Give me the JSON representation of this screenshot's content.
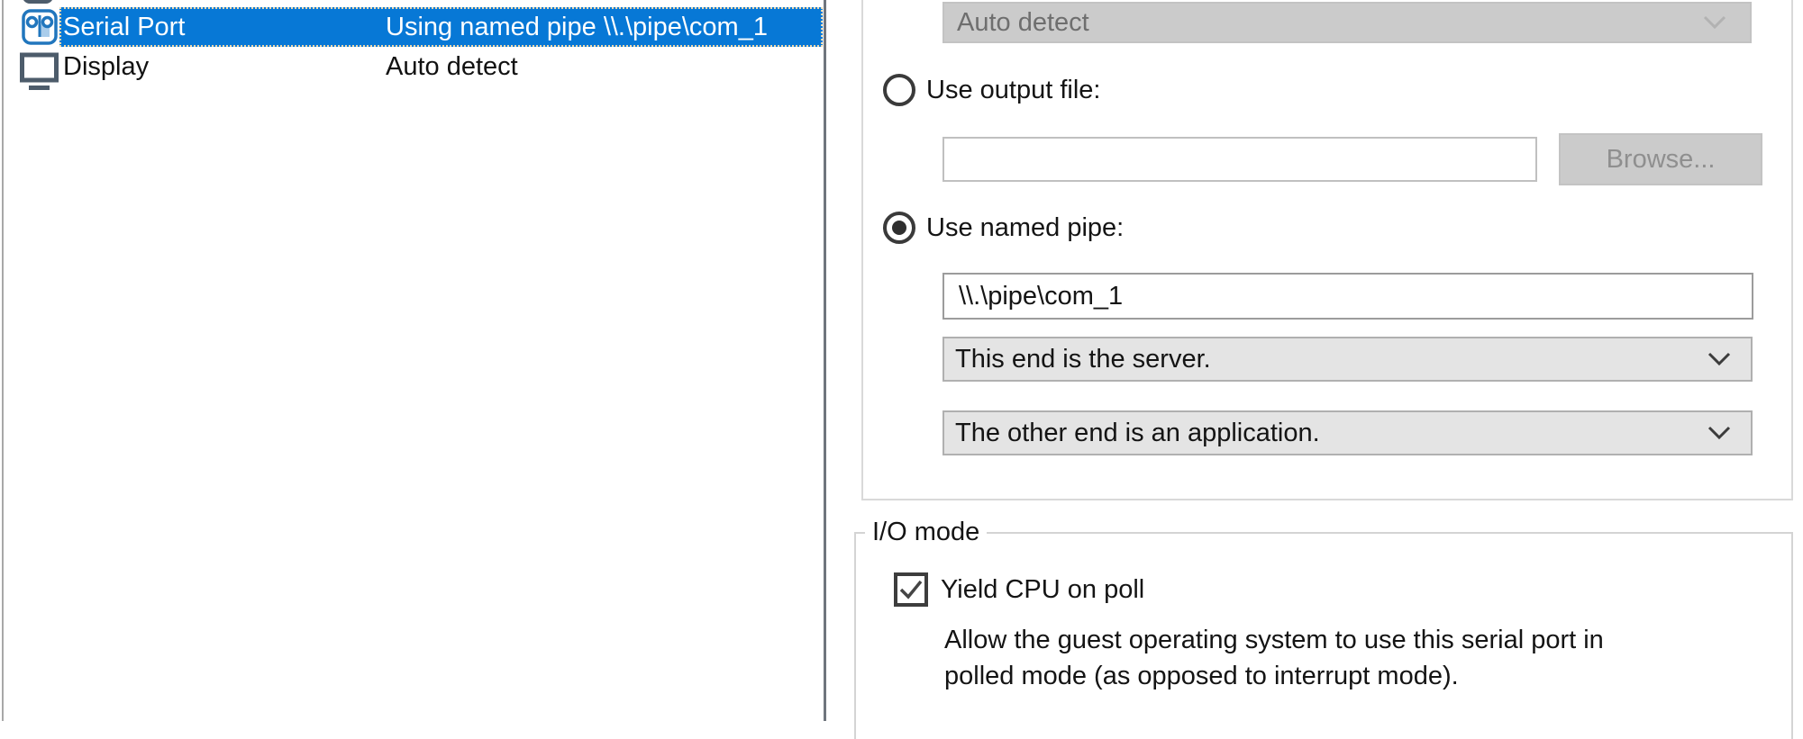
{
  "device_list": {
    "items": [
      {
        "label": "Serial Port",
        "summary": "Using named pipe \\\\.\\pipe\\com_1",
        "icon": "serial-port-icon",
        "selected": true
      },
      {
        "label": "Display",
        "summary": "Auto detect",
        "icon": "display-icon",
        "selected": false
      }
    ]
  },
  "connection_group": {
    "device_status_dropdown": {
      "value": "Auto detect",
      "disabled": true
    },
    "output_file_option": {
      "label": "Use output file:",
      "selected": false,
      "file_input_value": "",
      "browse_label": "Browse...",
      "browse_disabled": true
    },
    "named_pipe_option": {
      "label": "Use named pipe:",
      "selected": true,
      "pipe_input_value": "\\\\.\\pipe\\com_1"
    },
    "pipe_end_dropdown": {
      "value": "This end is the server."
    },
    "pipe_other_end_dropdown": {
      "value": "The other end is an application."
    }
  },
  "io_mode_group": {
    "title": "I/O mode",
    "yield_cpu_checkbox": {
      "label": "Yield CPU on poll",
      "checked": true
    },
    "description_line1": "Allow the guest operating system to use this serial port in",
    "description_line2": "polled mode (as opposed to interrupt mode)."
  },
  "colors": {
    "selection_blue": "#0778d6",
    "device_icon_blue": "#2176bd",
    "device_icon_slate": "#4d5c6b",
    "disabled_gray": "#cbcbcb",
    "dropdown_gray": "#e4e4e4"
  }
}
